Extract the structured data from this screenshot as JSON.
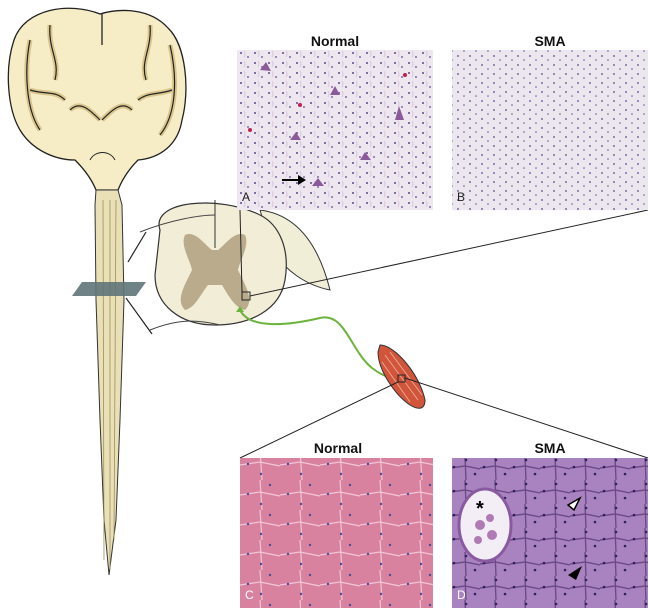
{
  "panels": {
    "top_left": {
      "title": "Normal",
      "letter": "A"
    },
    "top_right": {
      "title": "SMA",
      "letter": "B"
    },
    "bottom_left": {
      "title": "Normal",
      "letter": "C"
    },
    "bottom_right": {
      "title": "SMA",
      "letter": "D",
      "asterisk": "*"
    }
  },
  "colors": {
    "brain_fill": "#f6ecc6",
    "brain_cortex": "#e8d9a8",
    "nerve": "#6db33f",
    "he_stain": "#d98cb0",
    "sma_muscle": "#a77bb8"
  }
}
